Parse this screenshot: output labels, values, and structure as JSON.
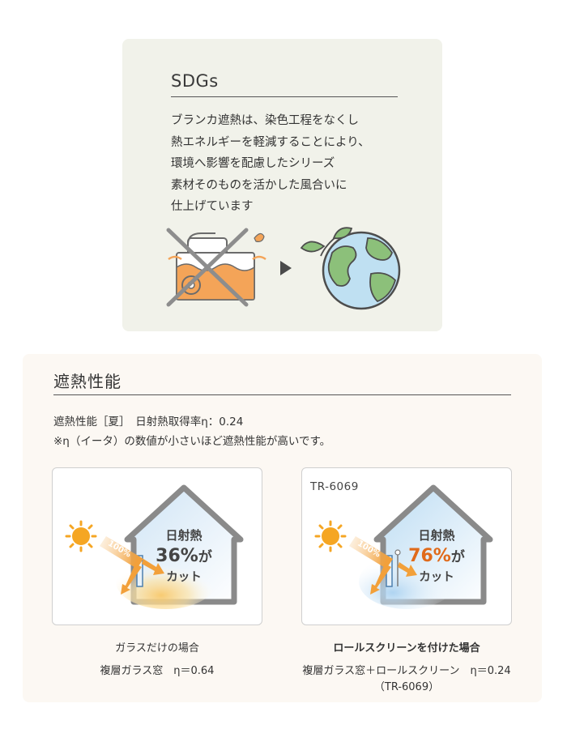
{
  "sdgs": {
    "title": "SDGs",
    "lines": [
      "ブランカ遮熱は、染色工程をなくし",
      "熱エネルギーを軽減することにより、",
      "環境へ影響を配慮したシリーズ",
      "素材そのものを活かした風合いに",
      "仕上げています"
    ],
    "icons": [
      "crossed-dye-bath-icon",
      "arrow-right-icon",
      "earth-icon"
    ]
  },
  "heat": {
    "title": "遮熱性能",
    "spec": "遮熱性能［夏］　日射熱取得率η：0.24",
    "note": "※η（イータ）の数値が小さいほど遮熱性能が高いです。",
    "left_panel": {
      "badge": "100%",
      "label1": "日射熱",
      "percent": "36%",
      "suffix": "が",
      "label3": "カット",
      "caption_title": "ガラスだけの場合",
      "caption_spec": "複層ガラス窓　η＝0.64"
    },
    "right_panel": {
      "model": "TR-6069",
      "badge": "100%",
      "label1": "日射熱",
      "percent": "76%",
      "suffix": "が",
      "label3": "カット",
      "caption_title": "ロールスクリーンを付けた場合",
      "caption_spec": "複層ガラス窓＋ロールスクリーン　η＝0.24",
      "caption_model": "（TR-6069）"
    },
    "colors": {
      "sun": "#f5a623",
      "arrow": "#f2a03a",
      "accent": "#e06a1a",
      "house_outline": "#8a8a8a",
      "sky": "#cfe4f5"
    }
  }
}
